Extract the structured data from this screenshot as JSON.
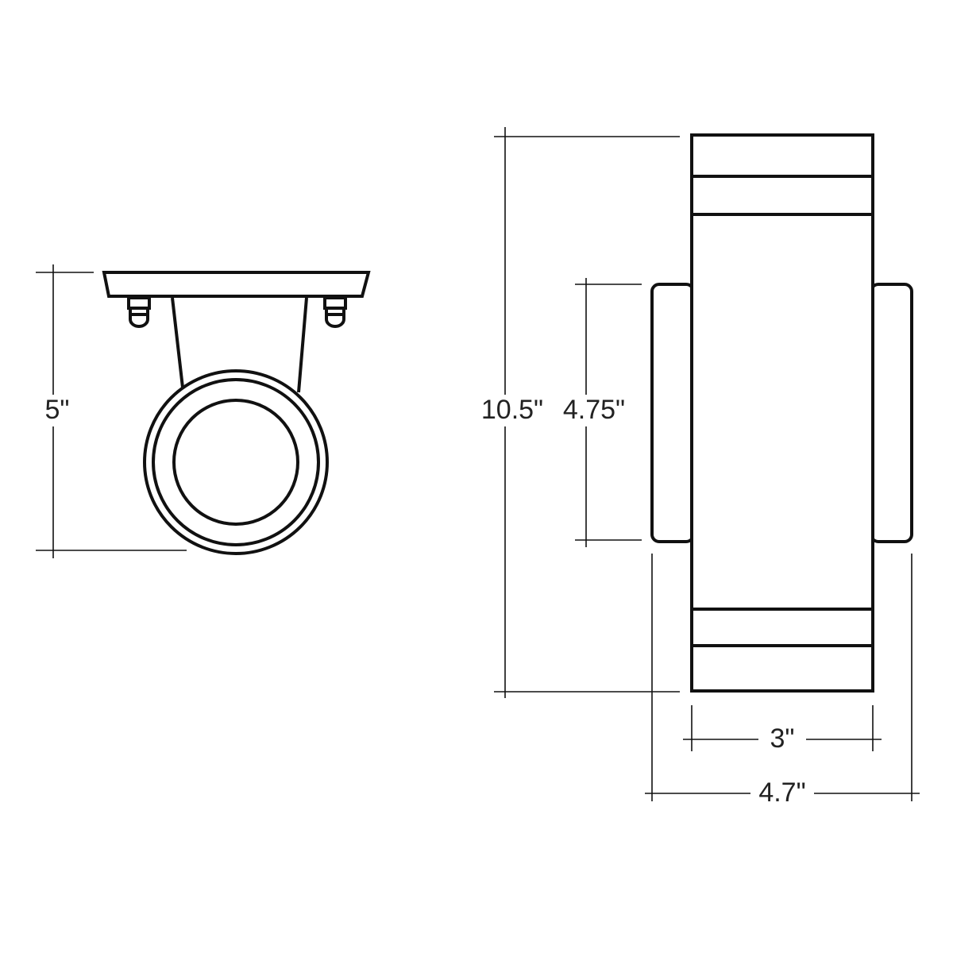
{
  "dimensions": {
    "side_height": "5\"",
    "total_height": "10.5\"",
    "tab_height": "4.75\"",
    "body_width": "3\"",
    "total_width": "4.7\""
  },
  "colors": {
    "line": "#111111",
    "background": "#ffffff"
  }
}
